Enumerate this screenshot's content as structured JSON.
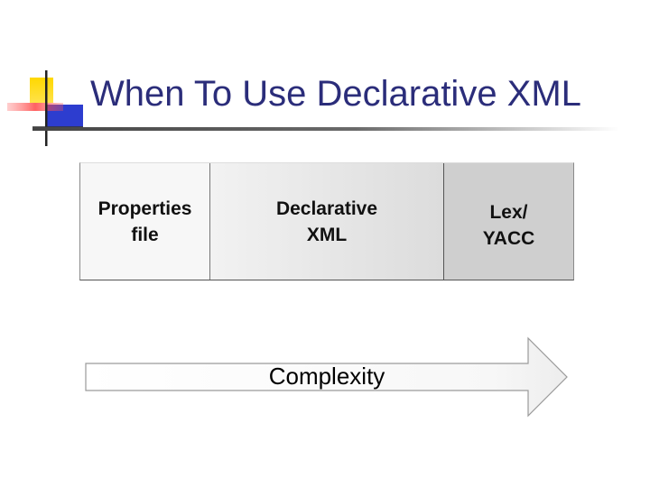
{
  "slide": {
    "title": "When To Use Declarative XML"
  },
  "spectrum": {
    "items": [
      {
        "label": "Properties\nfile"
      },
      {
        "label": "Declarative\nXML"
      },
      {
        "label": "Lex/\nYACC"
      }
    ]
  },
  "arrow": {
    "label": "Complexity"
  },
  "colors": {
    "title": "#2b2d7a",
    "logo_yellow": "#ffd800",
    "logo_red": "#ff4040",
    "logo_blue": "#2233cc"
  },
  "icons": {
    "logo": "slide-template-logo"
  }
}
